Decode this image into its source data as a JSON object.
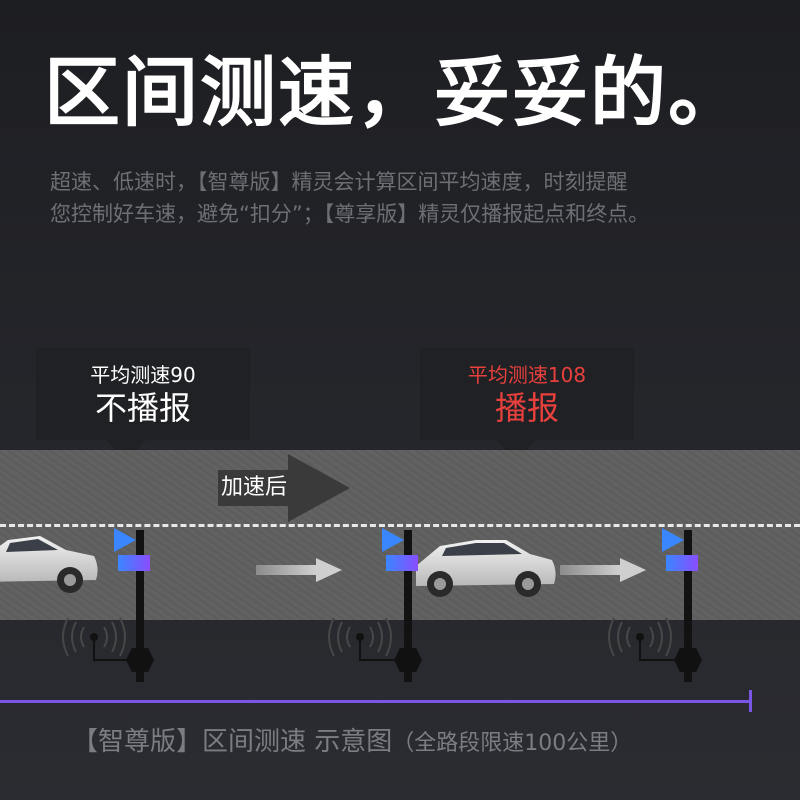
{
  "headline": "区间测速，妥妥的。",
  "description": {
    "line1": "超速、低速时，【智尊版】精灵会计算区间平均速度，时刻提醒",
    "line2": "您控制好车速，避免“扣分”；【尊享版】精灵仅播报起点和终点。"
  },
  "callouts": [
    {
      "small": "平均测速90",
      "big": "不播报",
      "style": "white"
    },
    {
      "small": "平均测速108",
      "big": "播报",
      "style": "red"
    }
  ],
  "road": {
    "acceleration_label": "加速后"
  },
  "caption": {
    "main": "【智尊版】区间测速 示意图",
    "note": "（全路段限速100公里）"
  },
  "colors": {
    "alert_red": "#e8403c",
    "flag_blue": "#3a86ff",
    "flag_purple": "#8a4dff",
    "timeline_purple": "#7a56e6"
  }
}
